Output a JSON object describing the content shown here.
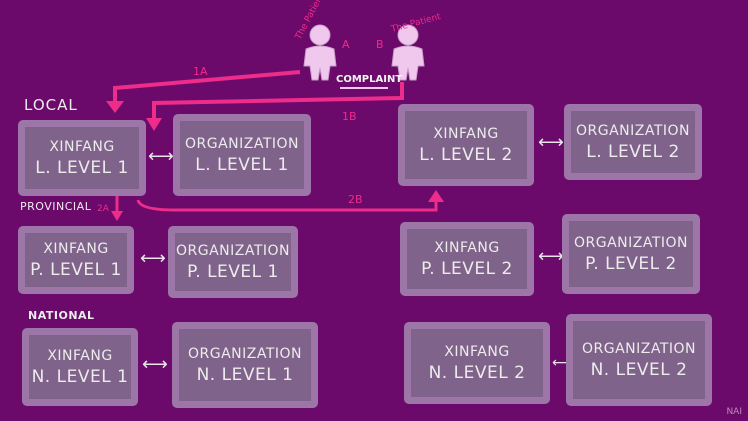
{
  "levels": {
    "local": "LOCAL",
    "provincial": "PROVINCIAL",
    "national": "NATIONAL"
  },
  "boxes": {
    "xinfang_l1": {
      "line1": "XINFANG",
      "line2": "L. LEVEL 1"
    },
    "org_l1": {
      "line1": "ORGANIZATION",
      "line2": "L. LEVEL 1"
    },
    "xinfang_l2": {
      "line1": "XINFANG",
      "line2": "L. LEVEL 2"
    },
    "org_l2": {
      "line1": "ORGANIZATION",
      "line2": "L. LEVEL 2"
    },
    "xinfang_p1": {
      "line1": "XINFANG",
      "line2": "P. LEVEL 1"
    },
    "org_p1": {
      "line1": "ORGANIZATION",
      "line2": "P. LEVEL 1"
    },
    "xinfang_p2": {
      "line1": "XINFANG",
      "line2": "P. LEVEL 2"
    },
    "org_p2": {
      "line1": "ORGANIZATION",
      "line2": "P. LEVEL 2"
    },
    "xinfang_n1": {
      "line1": "XINFANG",
      "line2": "N. LEVEL 1"
    },
    "org_n1": {
      "line1": "ORGANIZATION",
      "line2": "N. LEVEL 1"
    },
    "xinfang_n2": {
      "line1": "XINFANG",
      "line2": "N. LEVEL 2"
    },
    "org_n2": {
      "line1": "ORGANIZATION",
      "line2": "N. LEVEL 2"
    }
  },
  "figures": {
    "left_label": "The Patient",
    "right_label": "The Patient",
    "complaint": "COMPLAINT",
    "arrow_a": "A",
    "arrow_b": "B"
  },
  "arrows": {
    "a1": "1A",
    "b1": "1B",
    "a2": "2A",
    "b2": "2B"
  },
  "connector": "⟷",
  "signature": "NAI",
  "colors": {
    "background": "#6b0a6b",
    "box_fill": "#80638a",
    "box_border": "#9d76a8",
    "arrow": "#ee2c8a",
    "figure": "#f0c8ee"
  }
}
